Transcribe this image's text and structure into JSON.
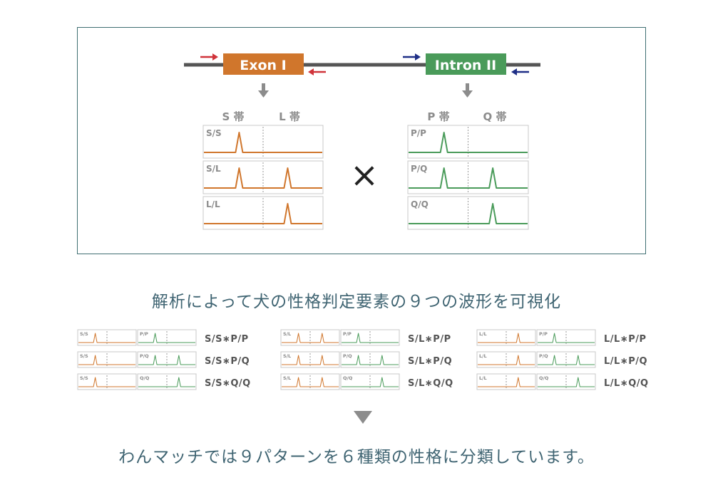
{
  "gene": {
    "exon_label": "Exon I",
    "intron_label": "Intron II",
    "exon_color": "#d0762c",
    "intron_color": "#4a9b5a",
    "line_color": "#555555",
    "primer_red": "#d0333a",
    "primer_blue": "#1f2f87"
  },
  "exon_panel": {
    "bands": [
      "S 帯",
      "L 帯"
    ],
    "rows": [
      {
        "label": "S/S",
        "peaks": [
          true,
          false
        ]
      },
      {
        "label": "S/L",
        "peaks": [
          true,
          true
        ]
      },
      {
        "label": "L/L",
        "peaks": [
          false,
          true
        ]
      }
    ]
  },
  "intron_panel": {
    "bands": [
      "P 帯",
      "Q 帯"
    ],
    "rows": [
      {
        "label": "P/P",
        "peaks": [
          true,
          false
        ]
      },
      {
        "label": "P/Q",
        "peaks": [
          true,
          true
        ]
      },
      {
        "label": "Q/Q",
        "peaks": [
          false,
          true
        ]
      }
    ]
  },
  "times_symbol": "×",
  "headline1": "解析によって犬の性格判定要素の９つの波形を可視化",
  "combinations": [
    {
      "label": "S/S∗P/P",
      "exon": "S/S",
      "intron": "P/P"
    },
    {
      "label": "S/S∗P/Q",
      "exon": "S/S",
      "intron": "P/Q"
    },
    {
      "label": "S/S∗Q/Q",
      "exon": "S/S",
      "intron": "Q/Q"
    },
    {
      "label": "S/L∗P/P",
      "exon": "S/L",
      "intron": "P/P"
    },
    {
      "label": "S/L∗P/Q",
      "exon": "S/L",
      "intron": "P/Q"
    },
    {
      "label": "S/L∗Q/Q",
      "exon": "S/L",
      "intron": "Q/Q"
    },
    {
      "label": "L/L∗P/P",
      "exon": "L/L",
      "intron": "P/P"
    },
    {
      "label": "L/L∗P/Q",
      "exon": "L/L",
      "intron": "P/Q"
    },
    {
      "label": "L/L∗Q/Q",
      "exon": "L/L",
      "intron": "Q/Q"
    }
  ],
  "headline2": "わんマッチでは９パターンを６種類の性格に分類しています。"
}
